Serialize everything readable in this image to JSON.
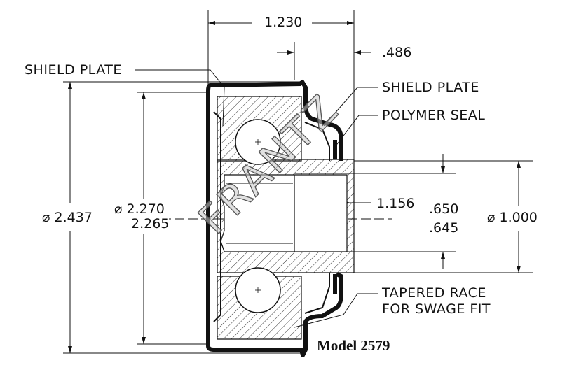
{
  "labels": {
    "shield_plate_left": "SHIELD PLATE",
    "shield_plate_right": "SHIELD PLATE",
    "polymer_seal": "POLYMER SEAL",
    "tapered_race_line1": "TAPERED RACE",
    "tapered_race_line2": "FOR SWAGE FIT"
  },
  "dimensions": {
    "overall_width": "1.230",
    "hub_extension": ".486",
    "outer_diameter": "⌀ 2.437",
    "bearing_od_max": "⌀ 2.270",
    "bearing_od_min": "2.265",
    "bore_length": "1.156",
    "bore_max": ".650",
    "bore_min": ".645",
    "hub_diameter": "⌀ 1.000"
  },
  "title": "Model 2579",
  "watermark": "FRANTZ"
}
